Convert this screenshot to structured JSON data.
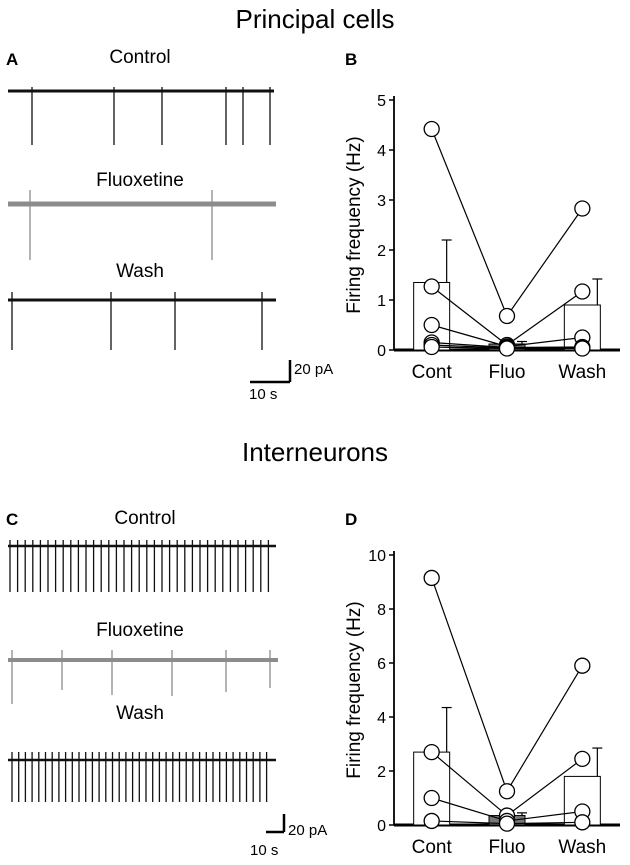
{
  "sections": {
    "top_title": "Principal cells",
    "bottom_title": "Interneurons"
  },
  "panels": {
    "A": {
      "letter": "A",
      "trace_labels": [
        "Control",
        "Fluoxetine",
        "Wash"
      ]
    },
    "B": {
      "letter": "B"
    },
    "C": {
      "letter": "C",
      "trace_labels": [
        "Control",
        "Fluoxetine",
        "Wash"
      ]
    },
    "D": {
      "letter": "D"
    }
  },
  "scale_bars": {
    "top": {
      "amplitude": "20 pA",
      "time": "10 s"
    },
    "bottom": {
      "amplitude": "20 pA",
      "time": "10 s"
    }
  },
  "colors": {
    "control": "#111111",
    "fluoxetine": "#8c8c8c",
    "wash": "#111111",
    "bar_fill": "#ffffff",
    "fluo_bar": "#777777"
  },
  "chart_data": [
    {
      "type": "bar",
      "panel": "B",
      "categories": [
        "Cont",
        "Fluo",
        "Wash"
      ],
      "values": [
        1.35,
        0.12,
        0.9
      ],
      "errors": [
        0.85,
        0.05,
        0.52
      ],
      "ylabel": "Firing frequency (Hz)",
      "xlabel": "",
      "ylim": [
        0,
        5
      ],
      "yticks": [
        0,
        1,
        2,
        3,
        4,
        5
      ],
      "cells": [
        [
          4.42,
          0.68,
          2.83
        ],
        [
          1.27,
          0.1,
          1.17
        ],
        [
          0.5,
          0.07,
          0.25
        ],
        [
          0.15,
          0.05,
          0.06
        ],
        [
          0.1,
          0.04,
          0.04
        ],
        [
          0.06,
          0.03,
          0.03
        ]
      ]
    },
    {
      "type": "bar",
      "panel": "D",
      "categories": [
        "Cont",
        "Fluo",
        "Wash"
      ],
      "values": [
        2.7,
        0.35,
        1.8
      ],
      "errors": [
        1.65,
        0.1,
        1.05
      ],
      "ylabel": "Firing frequency (Hz)",
      "xlabel": "",
      "ylim": [
        0,
        10
      ],
      "yticks": [
        0,
        2,
        4,
        6,
        8,
        10
      ],
      "cells": [
        [
          9.15,
          1.25,
          5.9
        ],
        [
          2.7,
          0.35,
          2.45
        ],
        [
          1.0,
          0.15,
          0.5
        ],
        [
          0.15,
          0.05,
          0.1
        ]
      ]
    }
  ]
}
